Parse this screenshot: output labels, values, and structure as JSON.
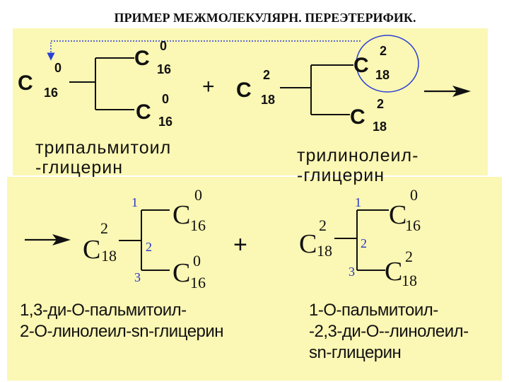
{
  "title": "ПРИМЕР МЕЖМОЛЕКУЛЯРН. ПЕРЕЭТЕРИФИК.",
  "reaction": {
    "reactant1": {
      "c1": {
        "c": "C",
        "sub": "16",
        "sup": "0"
      },
      "c2": {
        "c": "C",
        "sub": "16",
        "sup": "0"
      },
      "c3": {
        "c": "C",
        "sub": "16",
        "sup": "0"
      },
      "name_line1": "трипальмитоил",
      "name_line2": "-глицерин"
    },
    "plus": "+",
    "reactant2": {
      "c1": {
        "c": "C",
        "sub": "18",
        "sup": "2"
      },
      "c2": {
        "c": "C",
        "sub": "18",
        "sup": "2"
      },
      "c3": {
        "c": "C",
        "sub": "18",
        "sup": "2"
      },
      "name_line1": "трилинолеил-",
      "name_line2": "-глицерин"
    }
  },
  "products": {
    "plus": "+",
    "product1": {
      "pos1": "1",
      "pos2": "2",
      "pos3": "3",
      "c1": {
        "c": "C",
        "sub": "16",
        "sup": "0"
      },
      "c2": {
        "c": "C",
        "sub": "18",
        "sup": "2"
      },
      "c3": {
        "c": "C",
        "sub": "16",
        "sup": "0"
      },
      "name_line1": "1,3-ди-О-пальмитоил-",
      "name_line2": "2-О-линолеил-sn-глицерин"
    },
    "product2": {
      "pos1": "1",
      "pos2": "2",
      "pos3": "3",
      "c1": {
        "c": "C",
        "sub": "16",
        "sup": "0"
      },
      "c2": {
        "c": "C",
        "sub": "18",
        "sup": "2"
      },
      "c3": {
        "c": "C",
        "sub": "18",
        "sup": "2"
      },
      "name_line1": "1-О-пальмитоил-",
      "name_line2": "-2,3-ди-О--линолеил-",
      "name_line3": "sn-глицерин"
    }
  },
  "colors": {
    "panel": "#fbf7b4",
    "ink": "#111111",
    "position_numbers": "#2233cc",
    "highlight": "#2a3fd6"
  }
}
